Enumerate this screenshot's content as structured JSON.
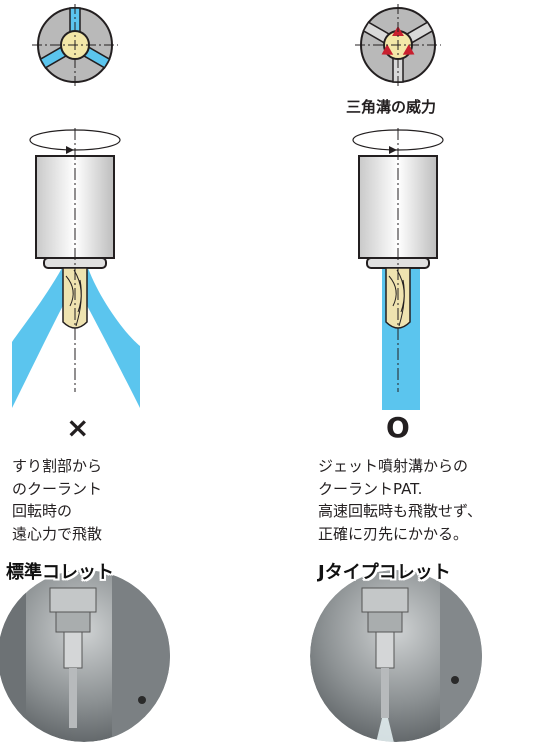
{
  "right_panel": {
    "heading": "三角溝の威力",
    "mark": "O",
    "description": "ジェット噴射溝からの\nクーラントPAT.\n高速回転時も飛散せず、\n正確に刃先にかかる。",
    "photo_title": "Jタイプコレット"
  },
  "left_panel": {
    "mark": "×",
    "description": "すり割部から\nのクーラント\n回転時の\n遠心力で飛散",
    "photo_title": "標準コレット"
  },
  "colors": {
    "coolant": "#5bc5ee",
    "drill": "#efe3b0",
    "triangle": "#c8202f",
    "outline": "#231f20"
  }
}
